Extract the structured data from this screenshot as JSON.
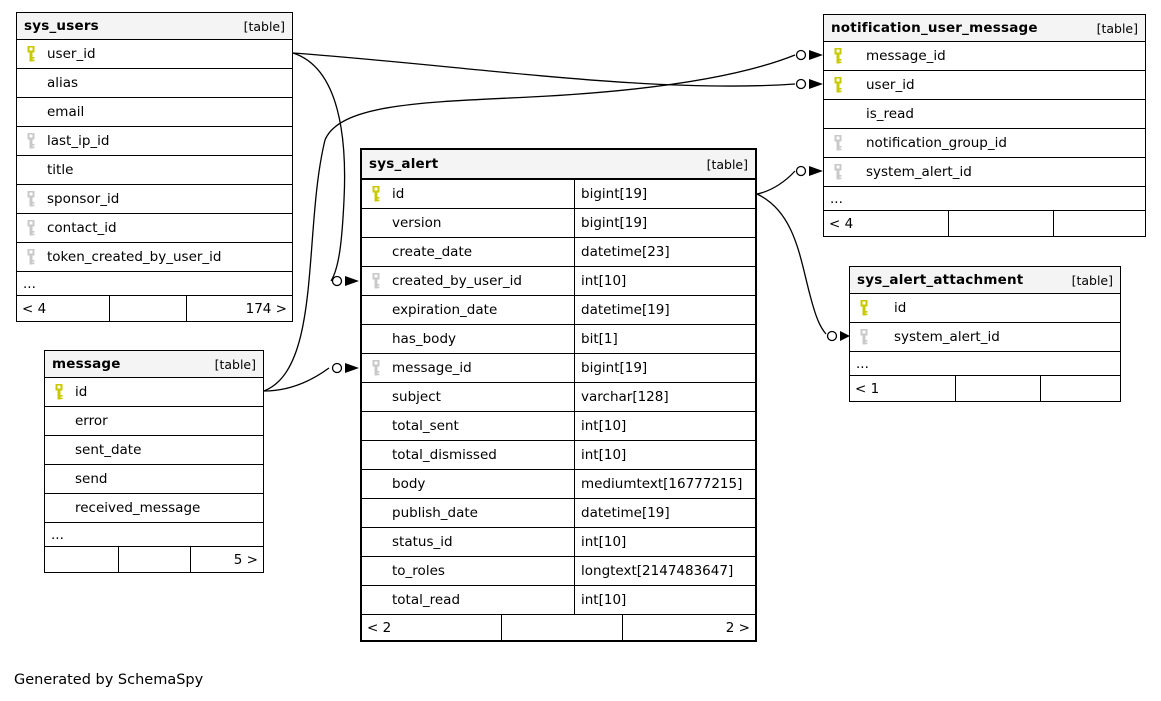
{
  "generated_note": "Generated by SchemaSpy",
  "colors": {
    "primary_key_icon": "#c9c900",
    "foreign_key_icon": "#c9c9c9",
    "header_background": "#f4f4f4",
    "border": "#000000"
  },
  "tables": [
    {
      "name": "sys_users",
      "tag": "[table]",
      "fields": [
        {
          "name": "user_id",
          "key": "pk"
        },
        {
          "name": "alias",
          "key": ""
        },
        {
          "name": "email",
          "key": ""
        },
        {
          "name": "last_ip_id",
          "key": "fk"
        },
        {
          "name": "title",
          "key": ""
        },
        {
          "name": "sponsor_id",
          "key": "fk"
        },
        {
          "name": "contact_id",
          "key": "fk"
        },
        {
          "name": "token_created_by_user_id",
          "key": "fk"
        }
      ],
      "ellipsis": "...",
      "footer": {
        "left": "< 4",
        "mid": "",
        "right": "174 >"
      }
    },
    {
      "name": "message",
      "tag": "[table]",
      "fields": [
        {
          "name": "id",
          "key": "pk"
        },
        {
          "name": "error",
          "key": ""
        },
        {
          "name": "sent_date",
          "key": ""
        },
        {
          "name": "send",
          "key": ""
        },
        {
          "name": "received_message",
          "key": ""
        }
      ],
      "ellipsis": "...",
      "footer": {
        "left": "",
        "mid": "",
        "right": "5 >"
      }
    },
    {
      "name": "sys_alert",
      "tag": "[table]",
      "fields": [
        {
          "name": "id",
          "key": "pk",
          "type": "bigint[19]"
        },
        {
          "name": "version",
          "key": "",
          "type": "bigint[19]"
        },
        {
          "name": "create_date",
          "key": "",
          "type": "datetime[23]"
        },
        {
          "name": "created_by_user_id",
          "key": "fk",
          "type": "int[10]"
        },
        {
          "name": "expiration_date",
          "key": "",
          "type": "datetime[19]"
        },
        {
          "name": "has_body",
          "key": "",
          "type": "bit[1]"
        },
        {
          "name": "message_id",
          "key": "fk",
          "type": "bigint[19]"
        },
        {
          "name": "subject",
          "key": "",
          "type": "varchar[128]"
        },
        {
          "name": "total_sent",
          "key": "",
          "type": "int[10]"
        },
        {
          "name": "total_dismissed",
          "key": "",
          "type": "int[10]"
        },
        {
          "name": "body",
          "key": "",
          "type": "mediumtext[16777215]"
        },
        {
          "name": "publish_date",
          "key": "",
          "type": "datetime[19]"
        },
        {
          "name": "status_id",
          "key": "",
          "type": "int[10]"
        },
        {
          "name": "to_roles",
          "key": "",
          "type": "longtext[2147483647]"
        },
        {
          "name": "total_read",
          "key": "",
          "type": "int[10]"
        }
      ],
      "footer": {
        "left": "< 2",
        "mid": "",
        "right": "2 >"
      }
    },
    {
      "name": "notification_user_message",
      "tag": "[table]",
      "fields": [
        {
          "name": "message_id",
          "key": "pk"
        },
        {
          "name": "user_id",
          "key": "pk"
        },
        {
          "name": "is_read",
          "key": ""
        },
        {
          "name": "notification_group_id",
          "key": "fk"
        },
        {
          "name": "system_alert_id",
          "key": "fk"
        }
      ],
      "ellipsis": "...",
      "footer": {
        "left": "< 4",
        "mid": "",
        "right": ""
      }
    },
    {
      "name": "sys_alert_attachment",
      "tag": "[table]",
      "fields": [
        {
          "name": "id",
          "key": "pk"
        },
        {
          "name": "system_alert_id",
          "key": "fk"
        }
      ],
      "ellipsis": "...",
      "footer": {
        "left": "< 1",
        "mid": "",
        "right": ""
      }
    }
  ],
  "relationships": [
    {
      "from": "sys_users.user_id",
      "to": "notification_user_message.user_id"
    },
    {
      "from": "sys_users.user_id",
      "to": "sys_alert.created_by_user_id"
    },
    {
      "from": "message.id",
      "to": "notification_user_message.message_id"
    },
    {
      "from": "message.id",
      "to": "sys_alert.message_id"
    },
    {
      "from": "sys_alert.id",
      "to": "notification_user_message.system_alert_id"
    },
    {
      "from": "sys_alert.id",
      "to": "sys_alert_attachment.system_alert_id"
    }
  ]
}
